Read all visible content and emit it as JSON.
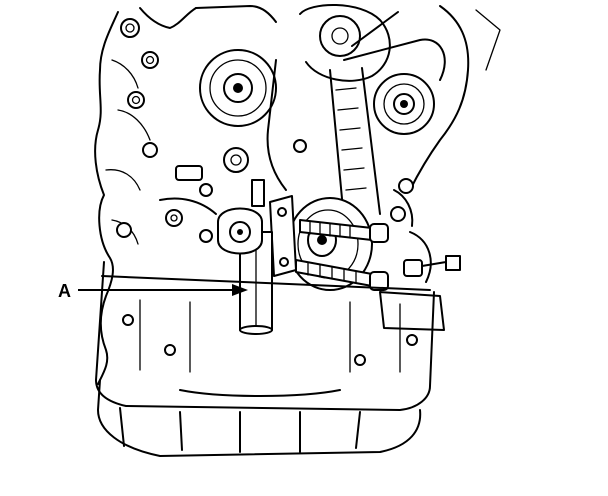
{
  "callout": {
    "label": "A"
  },
  "colors": {
    "line": "#000000",
    "background": "#ffffff"
  },
  "icons": [
    "engine-illustration",
    "special-tool-icon",
    "callout-arrow"
  ]
}
